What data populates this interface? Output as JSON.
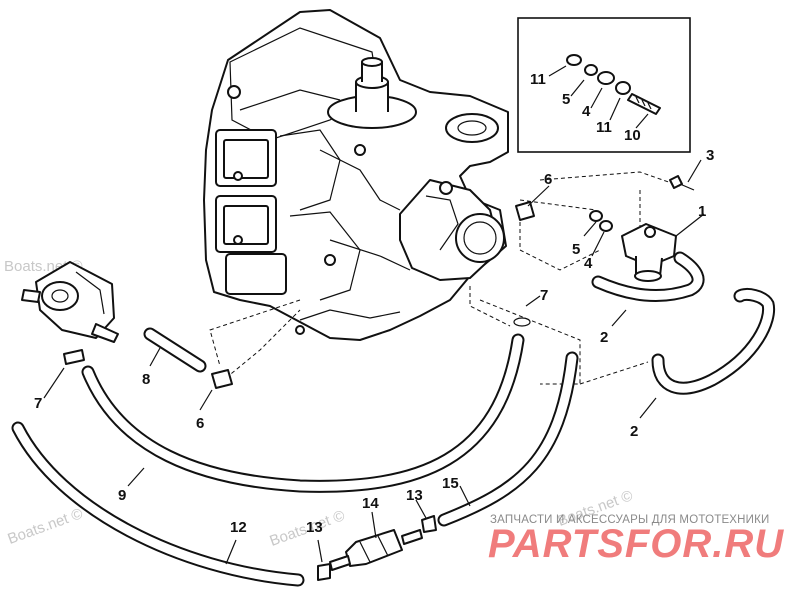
{
  "watermarks": {
    "boats_net": "Boats.net ©"
  },
  "brand": {
    "subtitle": "ЗАПЧАСТИ И АКСЕССУАРЫ ДЛЯ МОТОТЕХНИКИ",
    "logo": "PARTSFOR.RU",
    "logo_color": "#f07c7c"
  },
  "callouts": {
    "c1": "1",
    "c2a": "2",
    "c2b": "2",
    "c3": "3",
    "c4a": "4",
    "c4b": "4",
    "c5a": "5",
    "c5b": "5",
    "c6a": "6",
    "c6b": "6",
    "c7a": "7",
    "c7b": "7",
    "c8": "8",
    "c9": "9",
    "c10": "10",
    "c11a": "11",
    "c11b": "11",
    "c12": "12",
    "c13a": "13",
    "c13b": "13",
    "c14": "14",
    "c15": "15"
  }
}
